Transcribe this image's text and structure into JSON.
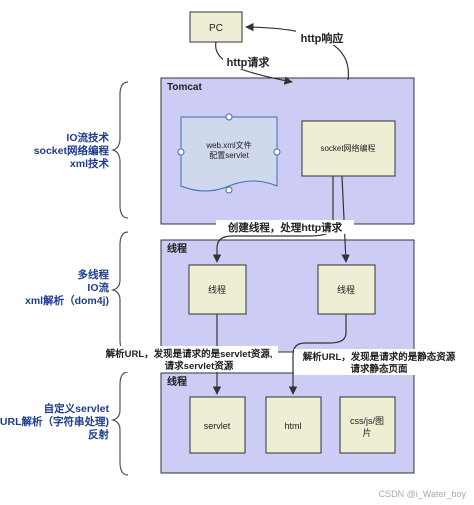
{
  "diagram": {
    "pc": "PC",
    "http_request": "http请求",
    "http_response": "http响应",
    "tomcat": "Tomcat",
    "webxml_line1": "web.xml文件",
    "webxml_line2": "配置servlet",
    "socket_box": "socket网络编程",
    "create_thread": "创建线程，处理http请求",
    "thread_pool_title": "线程",
    "thread_a": "线程",
    "thread_b": "线程",
    "parse_servlet_line1": "解析URL，发现是请求的是servlet资源,",
    "parse_servlet_line2": "请求servlet资源",
    "parse_static_line1": "解析URL，发现是请求的是静态资源",
    "parse_static_line2": "请求静态页面",
    "resources_title": "线程",
    "servlet": "servlet",
    "html": "html",
    "css_js_line1": "css/js/图",
    "css_js_line2": "片",
    "left_group1": [
      "IO流技术",
      "socket网络编程",
      "xml技术"
    ],
    "left_group2": [
      "多线程",
      "IO流",
      "xml解析（dom4j)"
    ],
    "left_group3": [
      "自定义servlet",
      "URL解析（字符串处理)",
      "反射"
    ],
    "watermark": "CSDN @i_Water_boy"
  },
  "colors": {
    "panel_fill": "#ccccf5",
    "box_fill": "#eeeed5",
    "label_blue": "#1f3d8f",
    "stroke": "#333333"
  }
}
